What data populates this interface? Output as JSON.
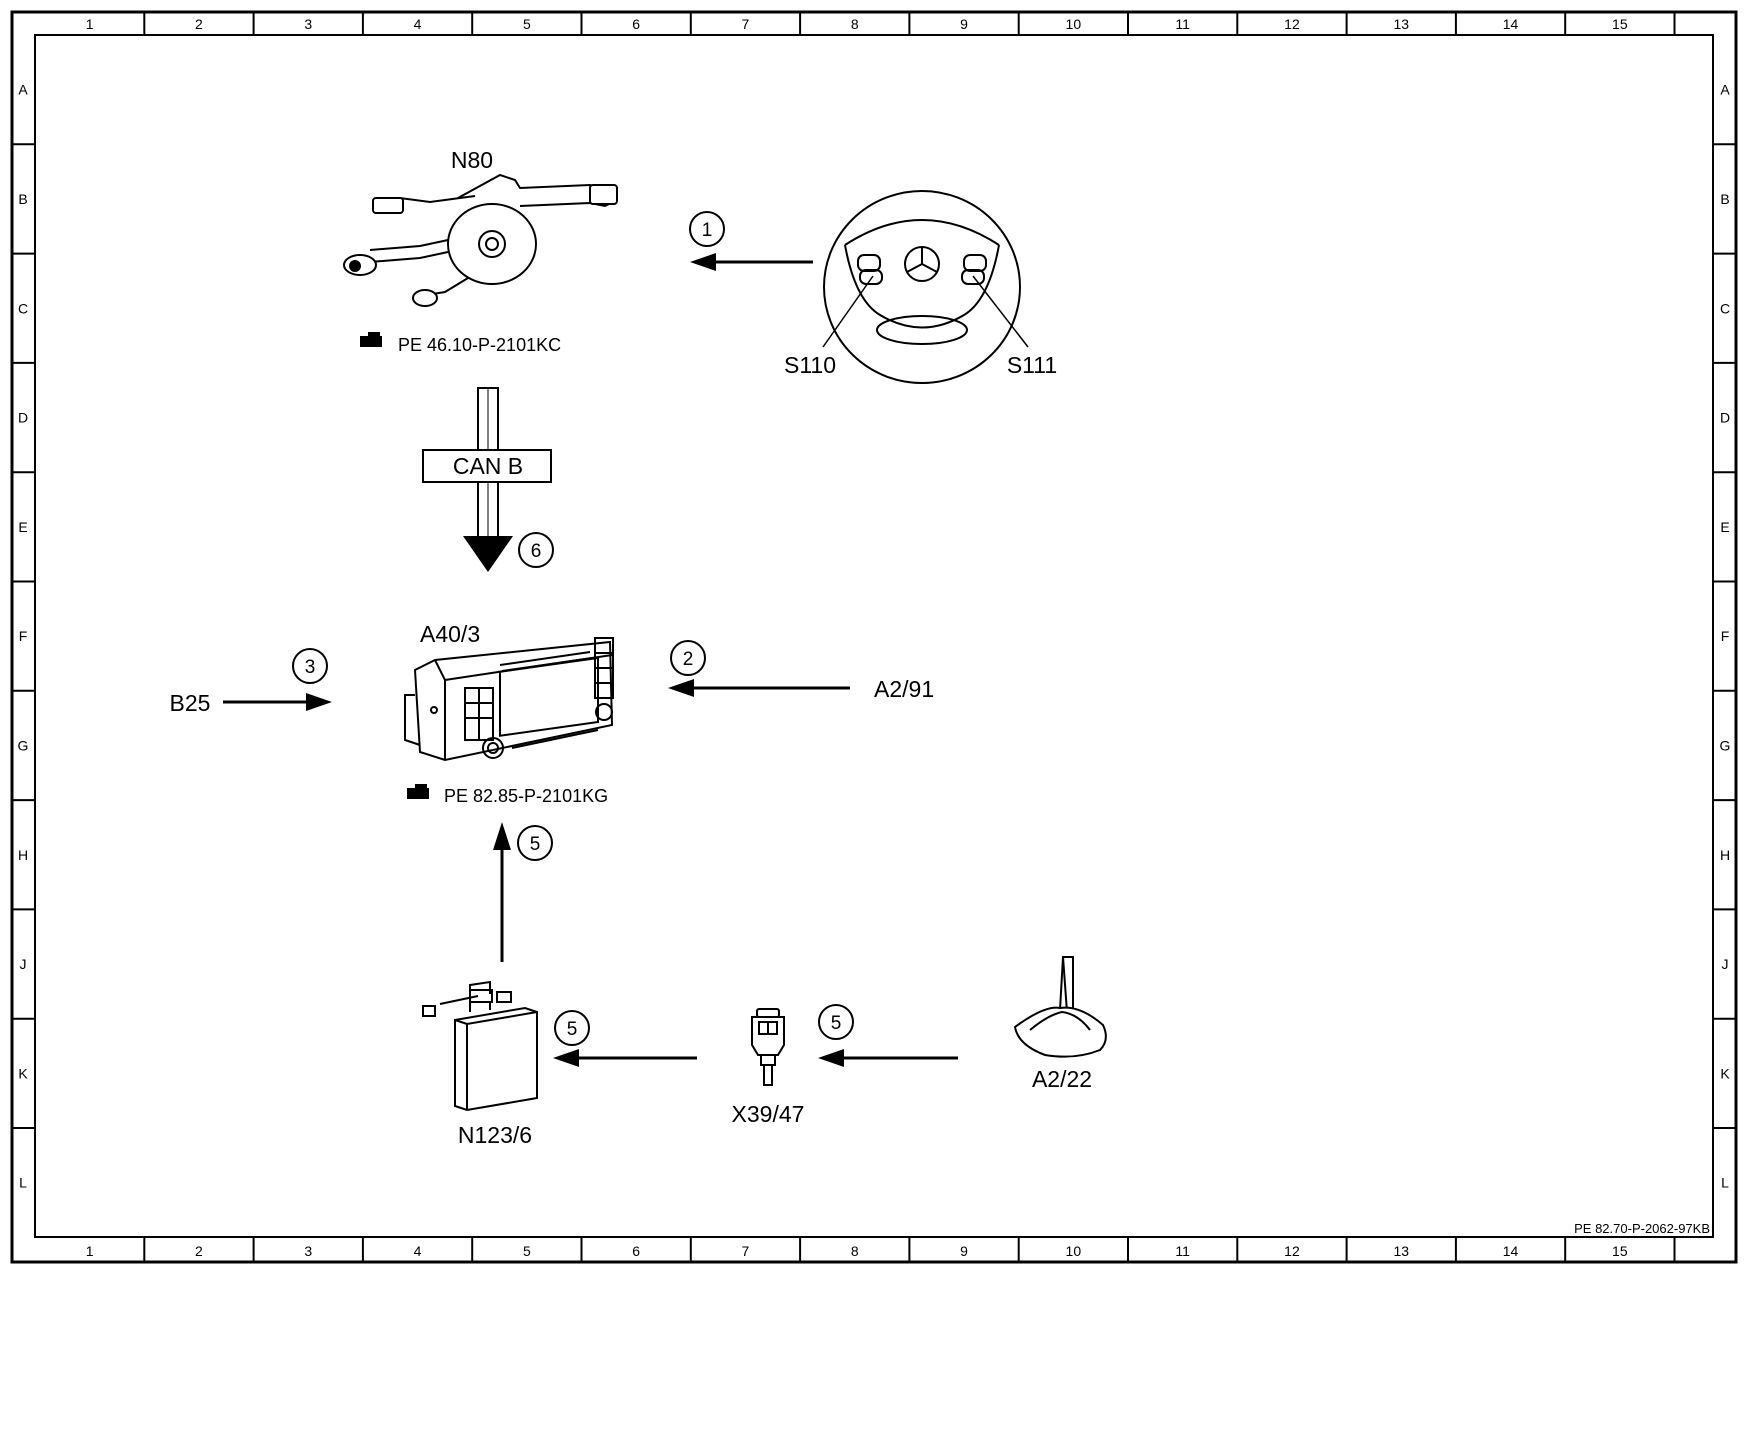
{
  "grid": {
    "columns": [
      "1",
      "2",
      "3",
      "4",
      "5",
      "6",
      "7",
      "8",
      "9",
      "10",
      "11",
      "12",
      "13",
      "14",
      "15"
    ],
    "rows": [
      "A",
      "B",
      "C",
      "D",
      "E",
      "F",
      "G",
      "H",
      "J",
      "K",
      "L"
    ]
  },
  "components": {
    "n80": "N80",
    "n80_ref": "PE 46.10-P-2101KC",
    "s110": "S110",
    "s111": "S111",
    "a40_3": "A40/3",
    "a40_3_ref": "PE 82.85-P-2101KG",
    "b25": "B25",
    "a2_91": "A2/91",
    "n123_6": "N123/6",
    "x39_47": "X39/47",
    "a2_22": "A2/22"
  },
  "bus": {
    "label": "CAN B"
  },
  "steps": {
    "s1": "1",
    "s2": "2",
    "s3": "3",
    "s6": "6",
    "s5_up": "5",
    "s5_n123": "5",
    "s5_x39": "5"
  },
  "footer": {
    "doc_id": "PE 82.70-P-2062-97KB"
  }
}
